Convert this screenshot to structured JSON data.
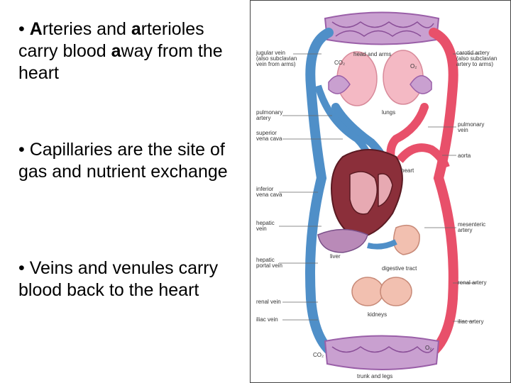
{
  "slide": {
    "bullets": [
      {
        "prefix": "• ",
        "hl1": "A",
        "t1": "rteries and ",
        "hl2": "a",
        "t2": "rterioles carry blood ",
        "hl3": "a",
        "t3": "way from the heart"
      },
      {
        "text": "• Capillaries are the site of gas and nutrient exchange"
      },
      {
        "text": "• Veins and venules carry blood back to the heart"
      }
    ]
  },
  "diagram": {
    "labels": {
      "jugular": "jugular vein",
      "jugular_sub": "(also subclavian",
      "jugular_sub2": "vein from arms)",
      "head": "head and arms",
      "carotid": "carotid artery",
      "carotid_sub": "(also subclavian",
      "carotid_sub2": "artery to arms)",
      "co2_top": "CO₂",
      "o2_top": "O₂",
      "lungs": "lungs",
      "pulm_artery": "pulmonary",
      "pulm_artery2": "artery",
      "pulm_vein": "pulmonary",
      "pulm_vein2": "vein",
      "sup_vc": "superior",
      "sup_vc2": "vena cava",
      "aorta": "aorta",
      "heart": "heart",
      "inf_vc": "inferior",
      "inf_vc2": "vena cava",
      "hepatic_vein": "hepatic",
      "hepatic_vein2": "vein",
      "mesenteric": "mesenteric",
      "mesenteric2": "artery",
      "liver": "liver",
      "hepatic_portal": "hepatic",
      "hepatic_portal2": "portal vein",
      "digestive": "digestive tract",
      "renal_artery": "renal artery",
      "renal_vein": "renal vein",
      "kidneys": "kidneys",
      "iliac_vein": "iliac vein",
      "iliac_artery": "iliac artery",
      "co2_bottom": "CO₂",
      "o2_bottom": "O₂",
      "trunk": "trunk and legs"
    },
    "colors": {
      "artery": "#e8506a",
      "vein": "#4f8fc8",
      "capillary": "#b07ab8",
      "heart": "#8b2f3a"
    }
  }
}
